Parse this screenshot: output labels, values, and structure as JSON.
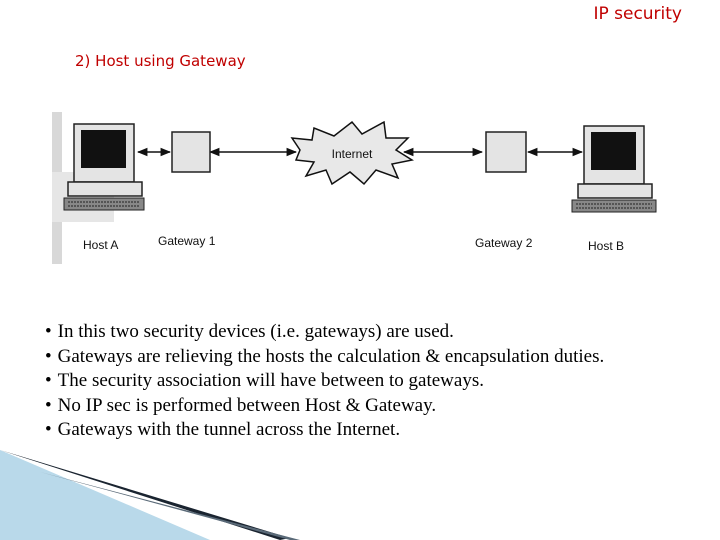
{
  "header": {
    "title": "IP security",
    "subtitle": "2) Host using Gateway"
  },
  "diagram": {
    "cloud_label": "Internet",
    "labels": {
      "host_a": "Host A",
      "gateway_1": "Gateway 1",
      "gateway_2": "Gateway 2",
      "host_b": "Host B"
    }
  },
  "bullets": [
    "In this two security devices (i.e. gateways) are used.",
    "Gateways are relieving the hosts the calculation & encapsulation duties.",
    "The security association will have between to gateways.",
    "No IP sec is performed between Host & Gateway.",
    "Gateways with the tunnel across the Internet."
  ],
  "colors": {
    "title": "#c00000",
    "decoration_blue": "#b9d9ea",
    "decoration_dark": "#1a2430"
  }
}
